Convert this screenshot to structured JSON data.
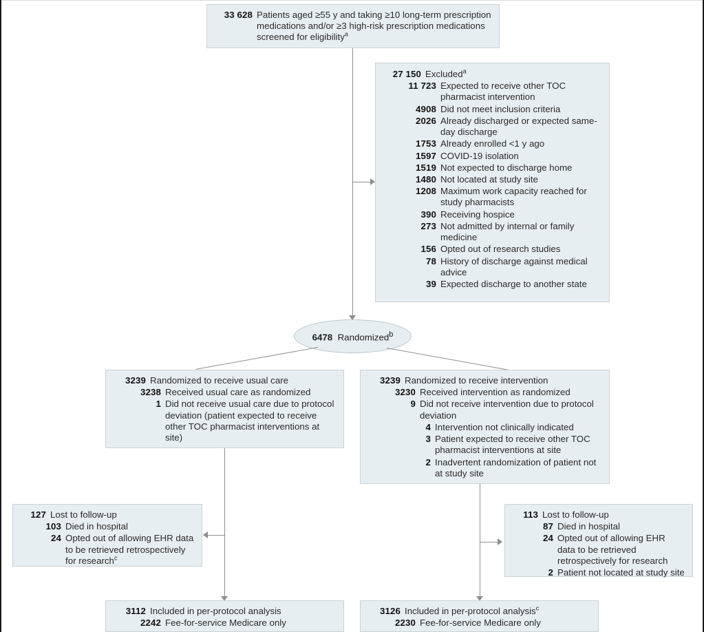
{
  "diagram": {
    "type": "consort-flow-diagram",
    "colors": {
      "box_fill": "#e7eef1",
      "box_border": "#c9d2d6",
      "connector": "#8e8e8e",
      "text": "#2a2a2a"
    },
    "screened": {
      "number": "33 628",
      "label": "Patients aged ≥55 y and taking ≥10 long-term prescription medications and/or ≥3 high-risk prescription medications screened for eligibility",
      "footnote": "a"
    },
    "excluded": {
      "number": "27 150",
      "label": "Excluded",
      "footnote": "a",
      "reasons": [
        {
          "number": "11 723",
          "label": "Expected to receive other TOC pharmacist intervention"
        },
        {
          "number": "4908",
          "label": "Did not meet inclusion criteria"
        },
        {
          "number": "2026",
          "label": "Already discharged or expected same-day discharge"
        },
        {
          "number": "1753",
          "label": "Already enrolled <1 y ago"
        },
        {
          "number": "1597",
          "label": "COVID-19 isolation"
        },
        {
          "number": "1519",
          "label": "Not expected to discharge home"
        },
        {
          "number": "1480",
          "label": "Not located at study site"
        },
        {
          "number": "1208",
          "label": "Maximum work capacity reached for study pharmacists"
        },
        {
          "number": "390",
          "label": "Receiving hospice"
        },
        {
          "number": "273",
          "label": "Not admitted by internal or family medicine"
        },
        {
          "number": "156",
          "label": "Opted out of research studies"
        },
        {
          "number": "78",
          "label": "History of discharge against medical  advice"
        },
        {
          "number": "39",
          "label": "Expected discharge to another state"
        }
      ]
    },
    "randomized": {
      "number": "6478",
      "label": "Randomized",
      "footnote": "b"
    },
    "usual_care_arm": {
      "number": "3239",
      "label": "Randomized to receive usual care",
      "sub": [
        {
          "number": "3238",
          "label": "Received usual care as randomized"
        },
        {
          "number": "1",
          "label": "Did not receive usual care due to protocol deviation (patient expected to receive other TOC pharmacist interventions at site)"
        }
      ]
    },
    "intervention_arm": {
      "number": "3239",
      "label": "Randomized to receive intervention",
      "sub": [
        {
          "number": "3230",
          "label": "Received intervention as randomized"
        },
        {
          "number": "9",
          "label": "Did not receive intervention due to protocol deviation"
        }
      ],
      "sub2": [
        {
          "number": "4",
          "label": "Intervention not clinically indicated"
        },
        {
          "number": "3",
          "label": "Patient expected to receive other TOC pharmacist interventions at site"
        },
        {
          "number": "2",
          "label": "Inadvertent randomization of patient not at study site"
        }
      ]
    },
    "lost_usual_care": {
      "number": "127",
      "label": "Lost to follow-up",
      "sub": [
        {
          "number": "103",
          "label": "Died in hospital",
          "footnote": ""
        },
        {
          "number": "24",
          "label": "Opted out of allowing EHR data to be retrieved retrospectively for research",
          "footnote": "c"
        }
      ]
    },
    "lost_intervention": {
      "number": "113",
      "label": "Lost to follow-up",
      "sub": [
        {
          "number": "87",
          "label": "Died in hospital",
          "footnote": ""
        },
        {
          "number": "24",
          "label": "Opted out of allowing EHR data to be retrieved retrospectively for research",
          "footnote": ""
        },
        {
          "number": "2",
          "label": "Patient not located at study site",
          "footnote": ""
        }
      ]
    },
    "analysis_usual_care": {
      "number": "3112",
      "label": "Included in per-protocol analysis",
      "footnote": "",
      "sub": [
        {
          "number": "2242",
          "label": "Fee-for-service Medicare only"
        }
      ]
    },
    "analysis_intervention": {
      "number": "3126",
      "label": "Included in per-protocol analysis",
      "footnote": "c",
      "sub": [
        {
          "number": "2230",
          "label": "Fee-for-service Medicare only"
        }
      ]
    }
  }
}
